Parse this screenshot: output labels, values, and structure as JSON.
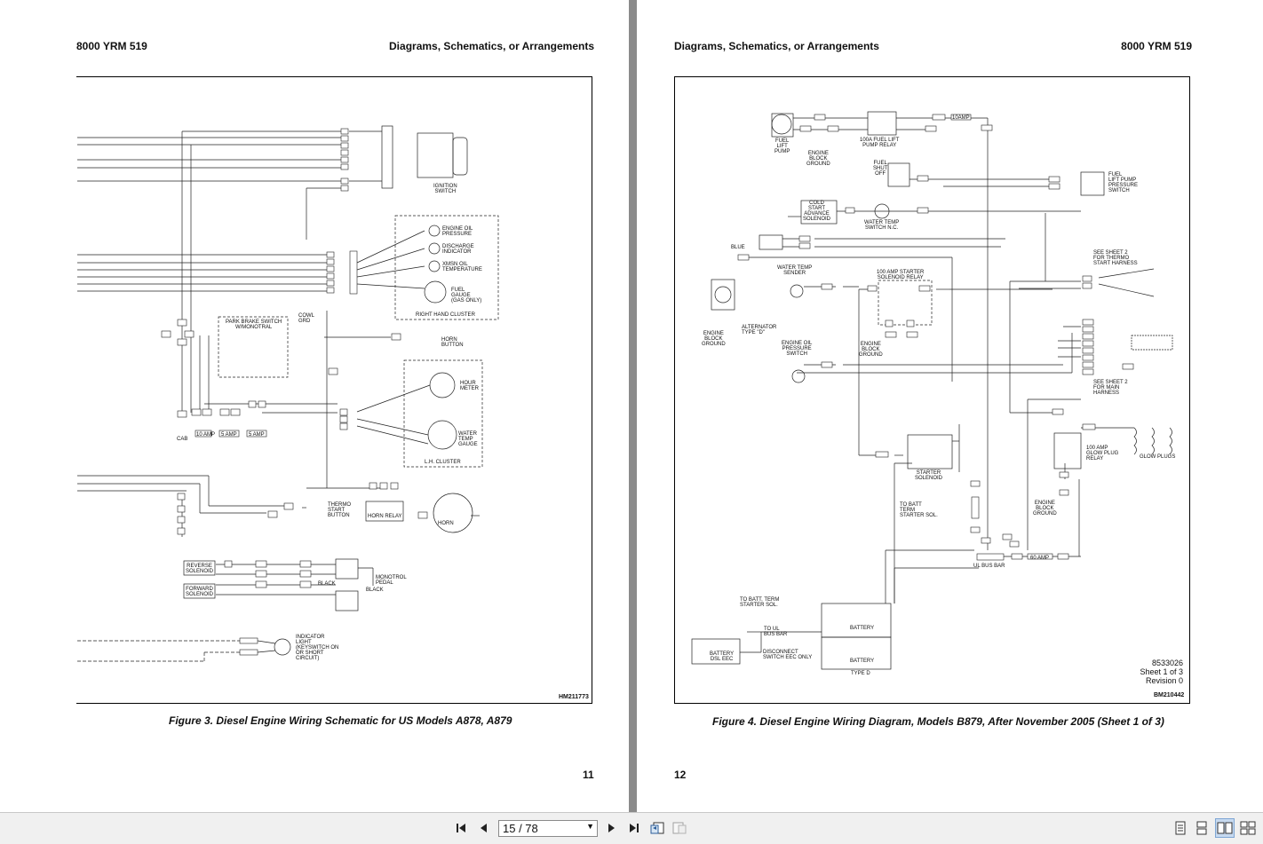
{
  "left_page": {
    "header_left": "8000 YRM 519",
    "header_right": "Diagrams, Schematics, or Arrangements",
    "caption": "Figure 3.  Diesel Engine Wiring Schematic for US Models A878, A879",
    "page_number": "11",
    "drawing_code": "HM211773",
    "labels": {
      "ignition_switch": "IGNITION\nSWITCH",
      "right_hand_cluster": "RIGHT HAND CLUSTER",
      "engine_oil_pressure": "ENGINE OIL\nPRESSURE",
      "discharge_indicator": "DISCHARGE\nINDICATOR",
      "xmsn_oil_temp": "XMSN OIL\nTEMPERATURE",
      "fuel_gauge": "FUEL\nGAUGE\n(GAS ONLY)",
      "park_brake": "PARK BRAKE SWITCH\nW/MONOTRAL",
      "horn_button": "HORN\nBUTTON",
      "hour_meter": "HOUR\nMETER",
      "water_temp_gauge": "WATER\nTEMP\nGAUGE",
      "lh_cluster": "L.H. CLUSTER",
      "thermo_start": "THERMO\nSTART\nBUTTON",
      "horn_relay": "HORN RELAY",
      "horn": "HORN",
      "reverse_solenoid": "REVERSE\nSOLENOID",
      "forward_solenoid": "FORWARD\nSOLENOID",
      "monotrol_pedal": "MONOTROL\nPEDAL",
      "indicator_light": "INDICATOR\nLIGHT\n(KEYSWITCH ON\nOR SHORT\nCIRCUIT)",
      "cab": "CAB",
      "amp10": "10 AMP",
      "amp5a": "5 AMP",
      "amp5b": "5 AMP",
      "cowl_grd": "COWL\nGRD",
      "black1": "BLACK",
      "black2": "BLACK"
    }
  },
  "right_page": {
    "header_left": "Diagrams, Schematics, or Arrangements",
    "header_right": "8000 YRM 519",
    "caption": "Figure 4.  Diesel Engine Wiring Diagram, Models B879, After November 2005 (Sheet 1 of 3)",
    "page_number": "12",
    "drawing_code": "BM210442",
    "doc_id": "8533026",
    "sheet": "Sheet 1 of 3",
    "revision": "Revision 0",
    "labels": {
      "fuel_lift_pump": "FUEL\nLIFT\nPUMP",
      "engine_block_ground": "ENGINE\nBLOCK\nGROUND",
      "fuel_lift_relay": "100A FUEL LIFT\nPUMP RELAY",
      "fuel_shut_off": "FUEL\nSHUT\nOFF",
      "fuel_pressure_switch": "FUEL\nLIFT PUMP\nPRESSURE\nSWITCH",
      "cold_start": "COLD\nSTART\nADVANCE\nSOLENOID",
      "water_temp_switch": "WATER TEMP\nSWITCH N.C.",
      "see_sheet_thermo": "SEE SHEET 2\nFOR THERMO\nSTART HARNESS",
      "blue": "BLUE",
      "water_temp_sender": "WATER TEMP\nSENDER",
      "starter_relay": "100 AMP STARTER\nSOLENOID RELAY",
      "alternator": "ALTERNATOR\nTYPE \"D\"",
      "engine_oil_switch": "ENGINE OIL\nPRESSURE\nSWITCH",
      "see_sheet_main": "SEE SHEET 2\nFOR MAIN\nHARNESS",
      "starter_solenoid": "STARTER\nSOLENOID",
      "glow_relay": "100 AMP\nGLOW PLUG\nRELAY",
      "glow_plugs": "GLOW PLUGS",
      "to_batt_term": "TO BATT\nTERM\nSTARTER SOL.",
      "ul_bus_bar": "UL BUS BAR",
      "amp60": "60 AMP",
      "to_batt_term2": "TO BATT. TERM\nSTARTER SOL.",
      "to_ul_bus": "TO UL\nBUS BAR",
      "disconnect": "DISCONNECT\nSWITCH EEC ONLY",
      "battery_dsl": "BATTERY\nDSL EEC",
      "battery1": "BATTERY",
      "battery2": "BATTERY",
      "type_d": "TYPE D",
      "amp10": "10AMP"
    }
  },
  "toolbar": {
    "page_field": "15 / 78"
  }
}
